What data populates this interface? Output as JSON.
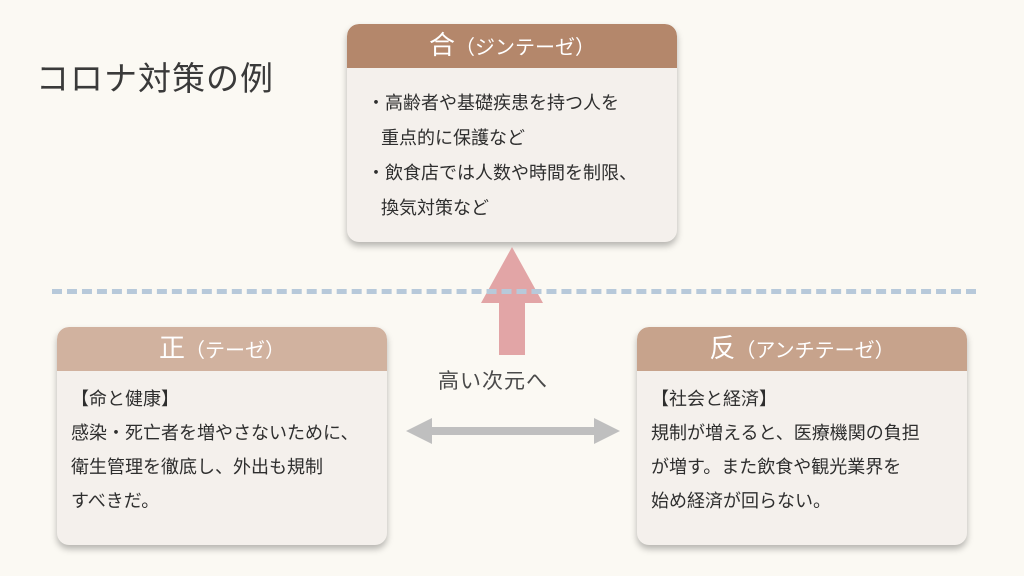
{
  "title": "コロナ対策の例",
  "synthesis": {
    "head_main": "合",
    "head_sub": "（ジンテーゼ）",
    "lines": [
      "・高齢者や基礎疾患を持つ人を",
      "重点的に保護など",
      "・飲食店では人数や時間を制限、",
      "換気対策など"
    ]
  },
  "arrow_label": "高い次元へ",
  "thesis": {
    "head_main": "正",
    "head_sub": "（テーゼ）",
    "lines": [
      "【命と健康】",
      "感染・死亡者を増やさないために、",
      "衛生管理を徹底し、外出も規制",
      "すべきだ。"
    ]
  },
  "antithesis": {
    "head_main": "反",
    "head_sub": "（アンチテーゼ）",
    "lines": [
      "【社会と経済】",
      "規制が増えると、医療機関の負担",
      "が増す。また飲食や観光業界を",
      "始め経済が回らない。"
    ]
  },
  "colors": {
    "synthesis_header": "#b4876b",
    "thesis_header": "#d1b29f",
    "antithesis_header": "#c7a38c",
    "up_arrow": "#e2a5a6",
    "lr_arrow": "#bfbfbf",
    "dashed_line": "#b7c9da"
  }
}
